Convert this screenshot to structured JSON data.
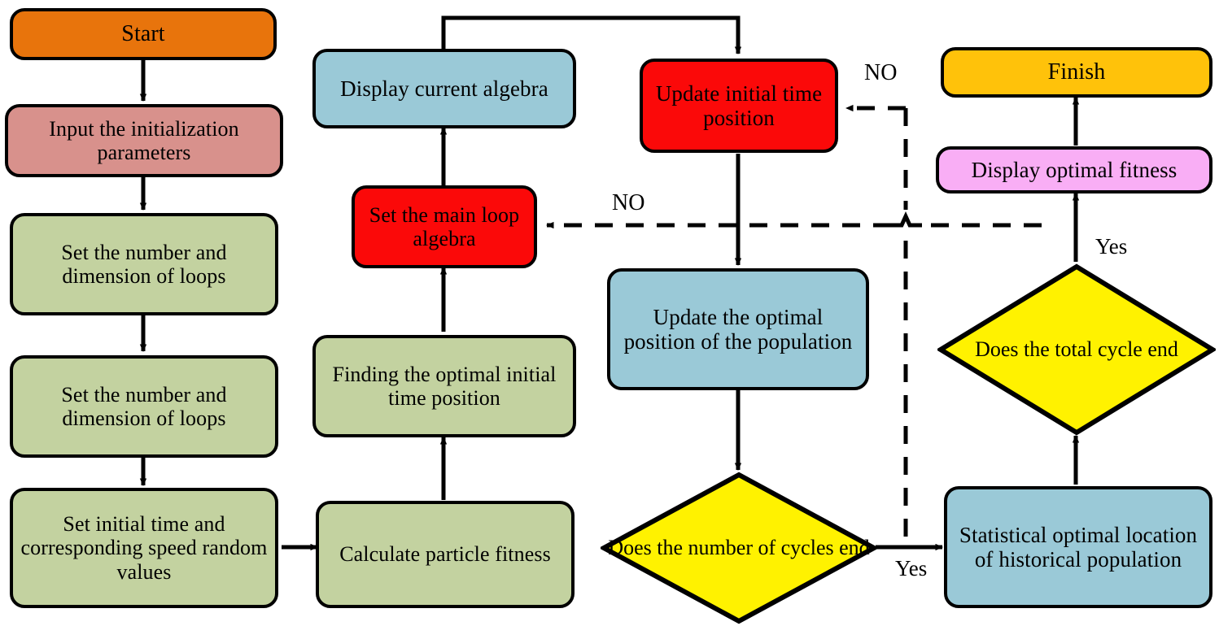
{
  "diagram": {
    "title": "PSO algorithm flowchart",
    "type": "flowchart",
    "colors": {
      "start": "#E8740C",
      "input": "#D8918C",
      "process_green": "#C3D2A0",
      "process_blue": "#9AC9D7",
      "process_red": "#FB0909",
      "finish": "#FFC20A",
      "display_pink": "#F9AEF5",
      "decision_yellow": "#FFF200",
      "stroke": "#000000"
    }
  },
  "nodes": {
    "start": {
      "label": "Start",
      "shape": "rounded",
      "color": "#E8740C"
    },
    "input_params": {
      "label": "Input the initialization parameters",
      "shape": "rounded",
      "color": "#D8918C"
    },
    "set_number_dim_1": {
      "label": "Set the number and dimension of loops",
      "shape": "rounded",
      "color": "#C3D2A0"
    },
    "set_number_dim_2": {
      "label": "Set the number and dimension of loops",
      "shape": "rounded",
      "color": "#C3D2A0"
    },
    "set_initial_time": {
      "label": "Set initial time and corresponding speed random values",
      "shape": "rounded",
      "color": "#C3D2A0"
    },
    "calculate_fitness": {
      "label": "Calculate particle fitness",
      "shape": "rounded",
      "color": "#C3D2A0"
    },
    "finding_optimal": {
      "label": "Finding the optimal initial time position",
      "shape": "rounded",
      "color": "#C3D2A0"
    },
    "set_main_loop": {
      "label": "Set the main loop algebra",
      "shape": "rounded",
      "color": "#FB0909"
    },
    "display_current": {
      "label": "Display current algebra",
      "shape": "rounded",
      "color": "#9AC9D7"
    },
    "update_initial": {
      "label": "Update initial time position",
      "shape": "rounded",
      "color": "#FB0909"
    },
    "update_optimal": {
      "label": "Update the optimal position of the population",
      "shape": "rounded",
      "color": "#9AC9D7"
    },
    "cycles_end": {
      "label": "Does the number of cycles end",
      "shape": "diamond",
      "color": "#FFF200"
    },
    "statistical_optimal": {
      "label": "Statistical optimal location of historical population",
      "shape": "rounded",
      "color": "#9AC9D7"
    },
    "total_cycle_end": {
      "label": "Does the total cycle end",
      "shape": "diamond",
      "color": "#FFF200"
    },
    "display_optimal_fitness": {
      "label": "Display optimal fitness",
      "shape": "rounded",
      "color": "#F9AEF5"
    },
    "finish": {
      "label": "Finish",
      "shape": "rounded",
      "color": "#FFC20A"
    }
  },
  "edge_labels": {
    "no_top_right": "NO",
    "no_mid_left": "NO",
    "yes_bottom": "Yes",
    "yes_right": "Yes"
  }
}
